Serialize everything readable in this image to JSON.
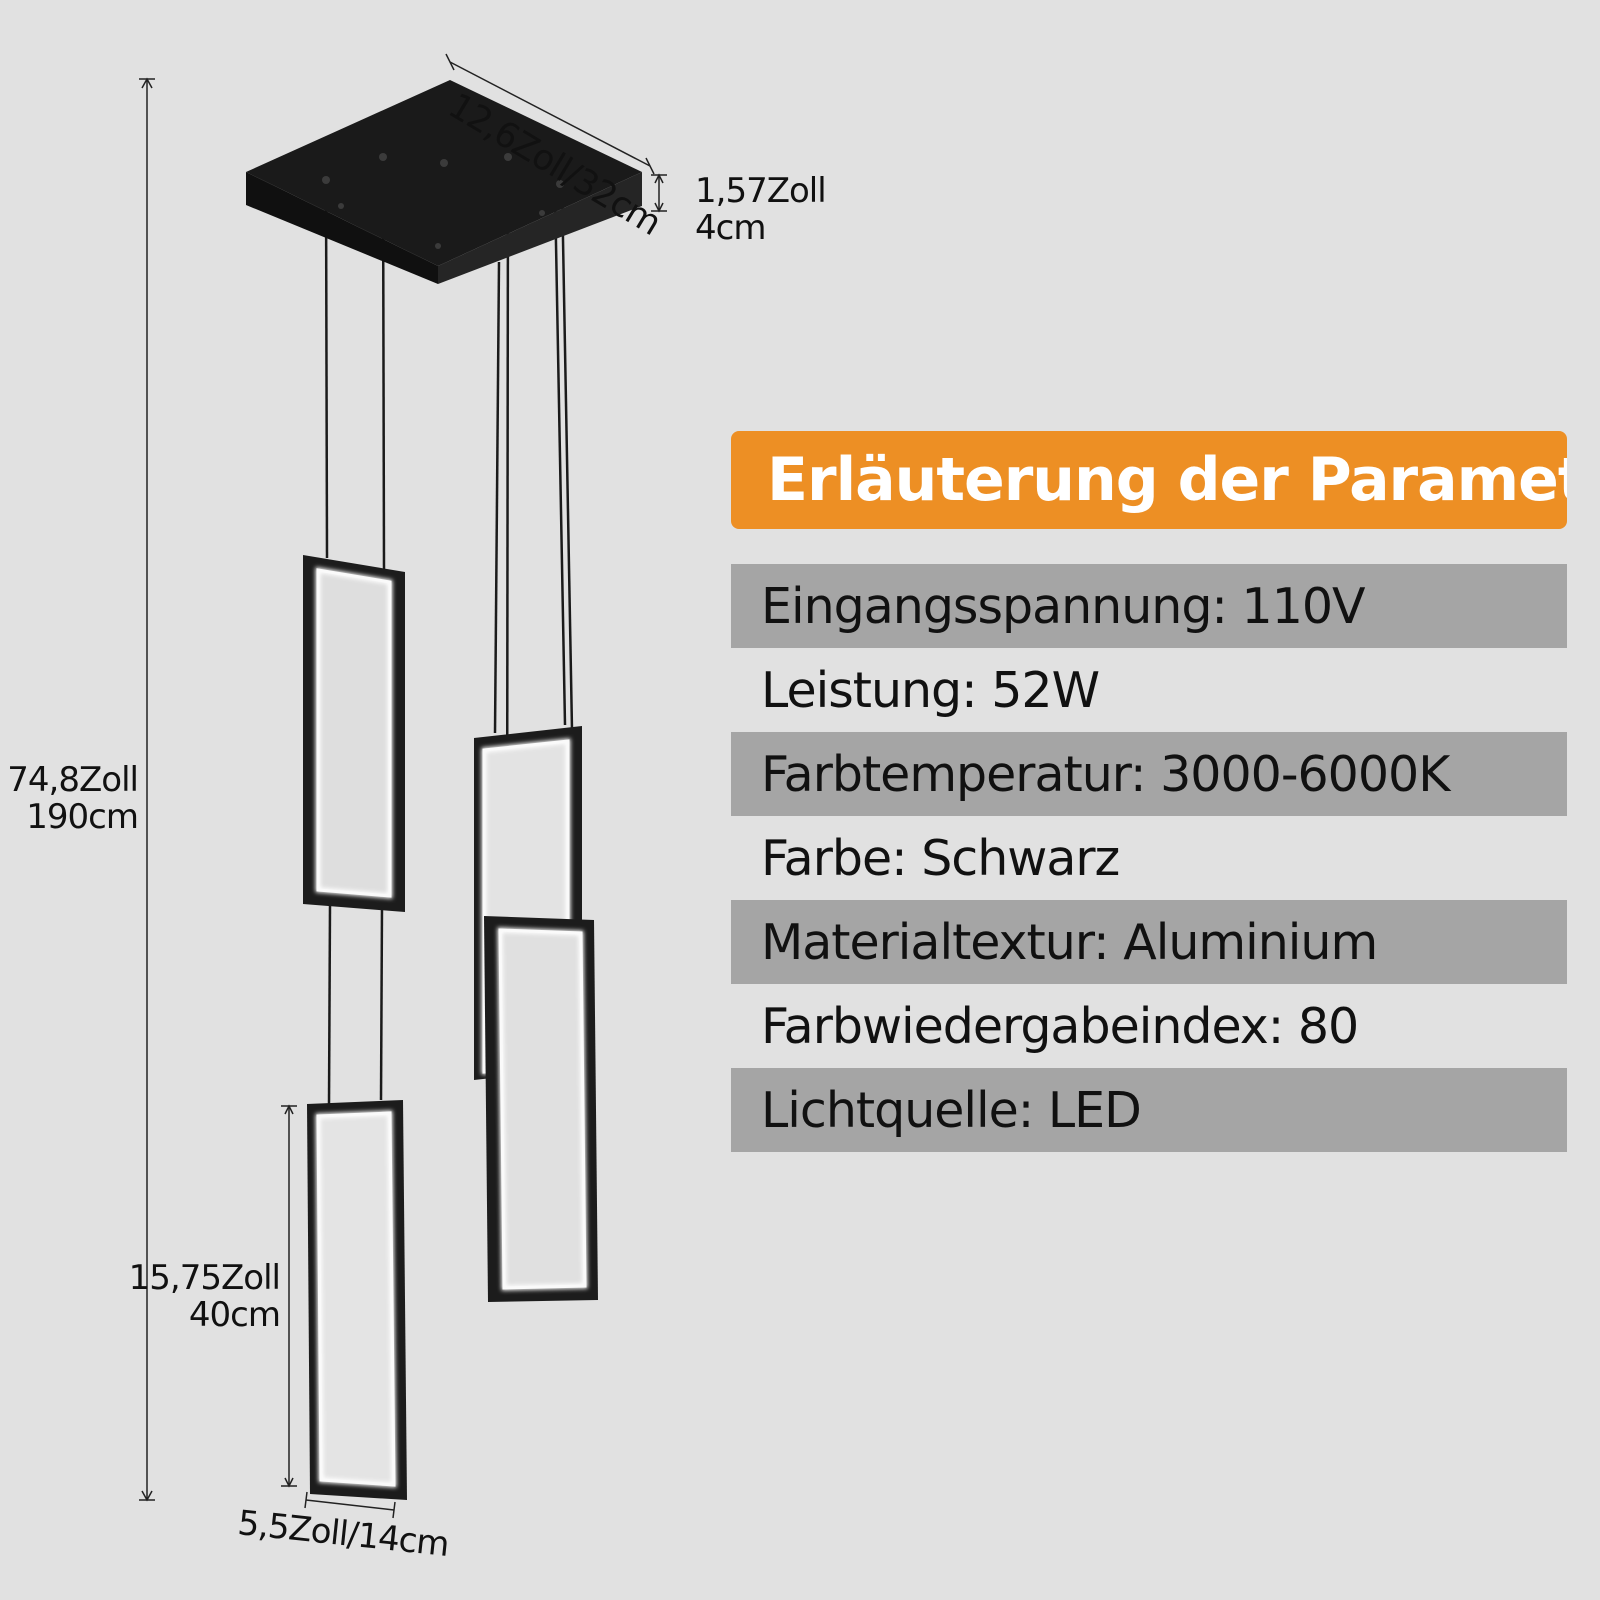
{
  "dimensions": {
    "top_width": "12,6Zoll/32cm",
    "canopy_height": {
      "inch": "1,57Zoll",
      "cm": "4cm"
    },
    "total_height": {
      "inch": "74,8Zoll",
      "cm": "190cm"
    },
    "frame_height": {
      "inch": "15,75Zoll",
      "cm": "40cm"
    },
    "frame_width": "5,5Zoll/14cm"
  },
  "parameters": {
    "title": "Erläuterung der Parameter",
    "items": [
      {
        "label": "Eingangsspannung: 110V",
        "shaded": true
      },
      {
        "label": "Leistung: 52W",
        "shaded": false
      },
      {
        "label": "Farbtemperatur: 3000-6000K",
        "shaded": true
      },
      {
        "label": "Farbe: Schwarz",
        "shaded": false
      },
      {
        "label": "Materialtextur: Aluminium",
        "shaded": true
      },
      {
        "label": "Farbwiedergabeindex: 80",
        "shaded": false
      },
      {
        "label": "Lichtquelle: LED",
        "shaded": true
      }
    ]
  },
  "colors": {
    "background": "#e1e1e1",
    "header": "#ed8f24",
    "row_shade": "#a5a5a5",
    "lamp": "#1a1a1a",
    "led": "#fafafa"
  }
}
